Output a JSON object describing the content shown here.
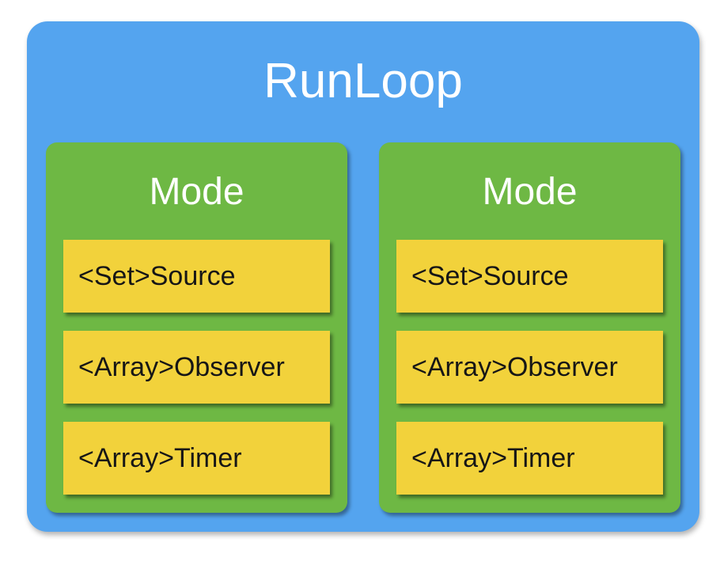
{
  "diagram": {
    "title": "RunLoop",
    "modes": [
      {
        "title": "Mode",
        "items": [
          "<Set>Source",
          "<Array>Observer",
          "<Array>Timer"
        ]
      },
      {
        "title": "Mode",
        "items": [
          "<Set>Source",
          "<Array>Observer",
          "<Array>Timer"
        ]
      }
    ],
    "colors": {
      "runloop_background": "#54a4ef",
      "mode_background": "#6eb844",
      "item_background": "#f2d23b",
      "title_text": "#ffffff",
      "item_text": "#161616"
    }
  }
}
